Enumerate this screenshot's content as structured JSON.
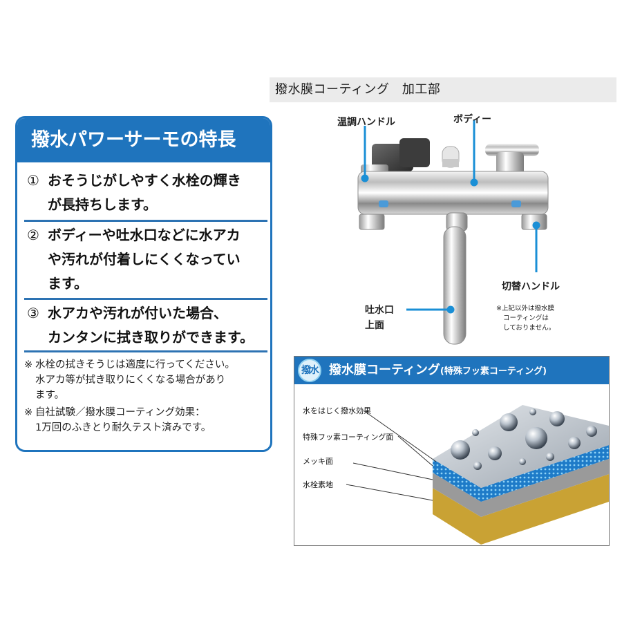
{
  "feature_panel": {
    "title": "撥水パワーサーモの特長",
    "items": [
      {
        "number": "①",
        "lines": [
          "おそうじがしやすく水栓の輝き",
          "が長持ちします。"
        ]
      },
      {
        "number": "②",
        "lines": [
          "ボディーや吐水口などに水アカ",
          "や汚れが付着しにくくなってい",
          "ます。"
        ]
      },
      {
        "number": "③",
        "lines": [
          "水アカや汚れが付いた場合、",
          "カンタンに拭き取りができます。"
        ]
      }
    ],
    "notes": [
      {
        "mark": "※",
        "lines": [
          "水栓の拭きそうじは適度に行ってください。",
          "水アカ等が拭き取りにくくなる場合があり",
          "ます。"
        ]
      },
      {
        "mark": "※",
        "lines": [
          "自社試験／撥水膜コーティング効果：",
          "1万回のふきとり耐久テスト済みです。"
        ]
      }
    ]
  },
  "coating_area": {
    "title": "撥水膜コーティング　加工部",
    "callouts": {
      "temp_handle": "温調ハンドル",
      "body": "ボディー",
      "switch_handle": "切替ハンドル",
      "spout_line1": "吐水口",
      "spout_line2": "上面"
    },
    "disclaimer": [
      "※上記以外は撥水膜",
      "コーティングは",
      "しておりません。"
    ]
  },
  "diagram": {
    "badge": "撥水",
    "title": "撥水膜コーティング",
    "subtitle": "(特殊フッ素コーティング)",
    "layers": [
      "水をはじく撥水効果",
      "特殊フッ素コーティング面",
      "メッキ面",
      "水栓素地"
    ]
  },
  "colors": {
    "accent": "#1f74bd",
    "callout_line": "#1a8fd6",
    "gold_layer": "#c9a234",
    "plating_layer": "#9a9a9a"
  }
}
